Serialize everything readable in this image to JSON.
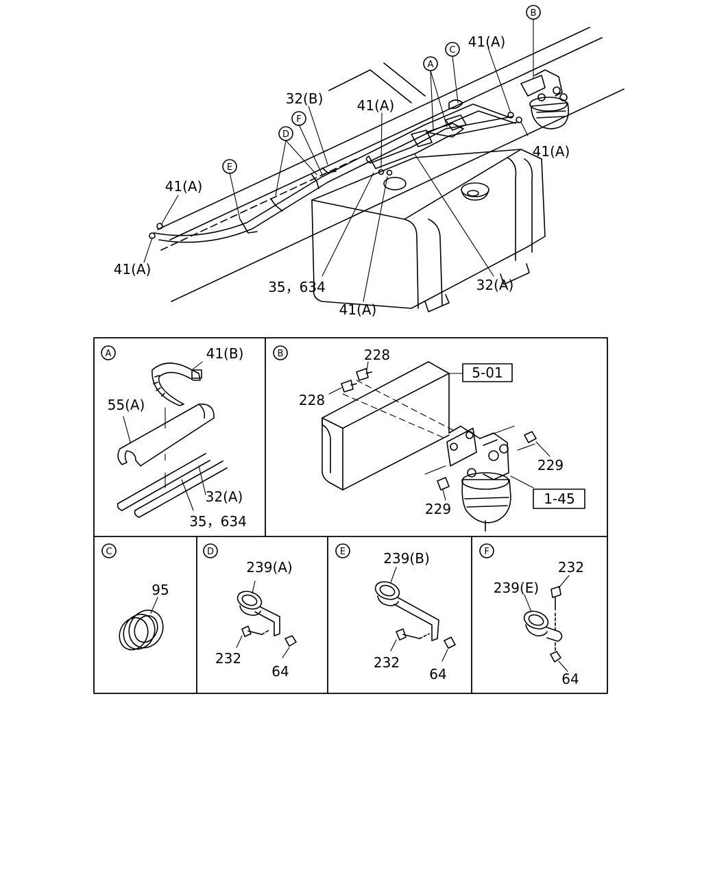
{
  "overview": {
    "callouts": {
      "a": "A",
      "b": "B",
      "c": "C",
      "d": "D",
      "e": "E",
      "f": "F"
    },
    "labels": {
      "p41a_top_right": "41(A)",
      "p41a_right": "41(A)",
      "p41a_mid": "41(A)",
      "p41a_left_upper": "41(A)",
      "p41a_left_lower": "41(A)",
      "p41a_bottom": "41(A)",
      "p32b": "32(B)",
      "p32a": "32(A)",
      "p35_634": "35，634"
    }
  },
  "panels": {
    "a": {
      "callout": "A",
      "labels": {
        "p41b": "41(B)",
        "p55a": "55(A)",
        "p32a": "32(A)",
        "p35_634": "35，634"
      }
    },
    "b": {
      "callout": "B",
      "labels": {
        "p228_upper": "228",
        "p228_lower": "228",
        "p229_right": "229",
        "p229_lower": "229"
      },
      "refs": {
        "r501": "5-01",
        "r145": "1-45"
      }
    },
    "c": {
      "callout": "C",
      "labels": {
        "p95": "95"
      }
    },
    "d": {
      "callout": "D",
      "labels": {
        "p239a": "239(A)",
        "p232": "232",
        "p64": "64"
      }
    },
    "e": {
      "callout": "E",
      "labels": {
        "p239b": "239(B)",
        "p232": "232",
        "p64": "64"
      }
    },
    "f": {
      "callout": "F",
      "labels": {
        "p232": "232",
        "p239e": "239(E)",
        "p64": "64"
      }
    }
  }
}
